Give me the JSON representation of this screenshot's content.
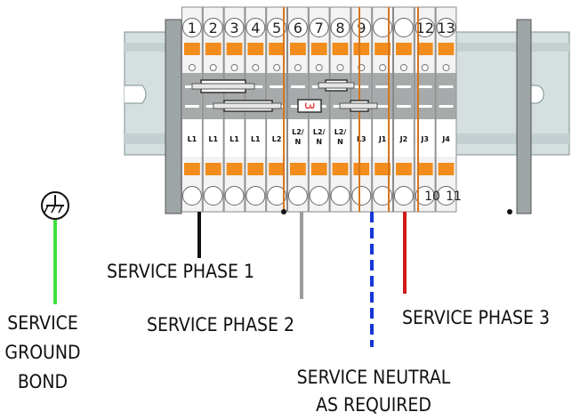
{
  "terminals": [
    {
      "num": "1",
      "tag": "L1"
    },
    {
      "num": "2",
      "tag": "L1"
    },
    {
      "num": "3",
      "tag": "L1"
    },
    {
      "num": "4",
      "tag": "L1"
    },
    {
      "num": "5",
      "tag": "L2"
    },
    {
      "num": "6",
      "tag": "L2/\nN"
    },
    {
      "num": "7",
      "tag": "L2/\nN"
    },
    {
      "num": "8",
      "tag": "L2/\nN"
    },
    {
      "num": "9",
      "tag": "L3"
    },
    {
      "num": "",
      "tag": "J1"
    },
    {
      "num": "",
      "tag": "J2"
    },
    {
      "num": "12",
      "tag": "J3"
    },
    {
      "num": "13",
      "tag": "J4"
    }
  ],
  "bottom_numbers": {
    "t10": "10",
    "t11": "11"
  },
  "fuse_marker": "3",
  "labels": {
    "phase1": "SERVICE PHASE 1",
    "phase2": "SERVICE PHASE 2",
    "phase3": "SERVICE PHASE 3",
    "neutral_line1": "SERVICE NEUTRAL",
    "neutral_line2": "AS REQUIRED",
    "ground_line1": "SERVICE",
    "ground_line2": "GROUND",
    "ground_line3": "BOND"
  },
  "colors": {
    "rail": "#d5dfe0",
    "terminal": "#f3f3f3",
    "terminal_edge": "#8a8a8a",
    "orange": "#f28c1c",
    "divider": "#d6761c",
    "phase1": "#111111",
    "phase2": "#9c9c9c",
    "phase3": "#d01818",
    "neutral": "#1636d8",
    "ground": "#3ee03e"
  }
}
